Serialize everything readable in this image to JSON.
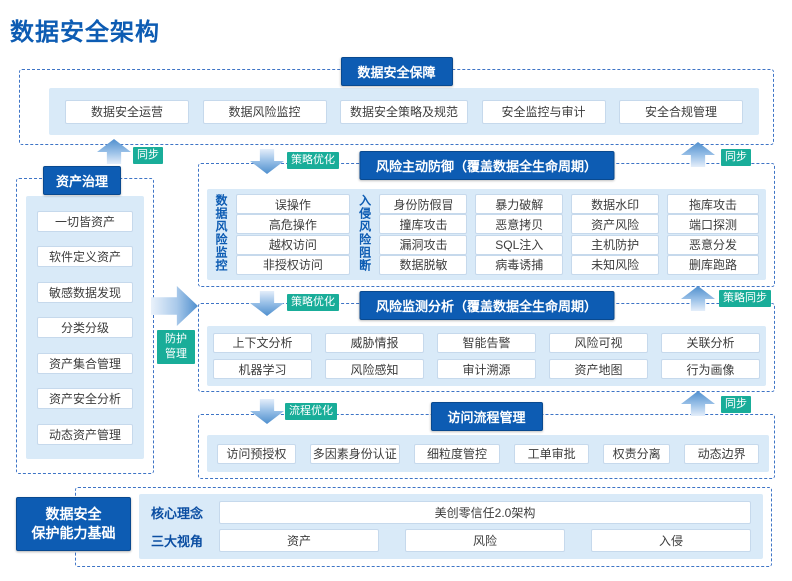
{
  "title": "数据安全架构",
  "colors": {
    "header_blue": "#0d5cb3",
    "panel_blue": "#d9eaf8",
    "badge_green": "#19ad99",
    "dashed_border": "#3e74c6",
    "title_blue": "#0d5cb3"
  },
  "assurance": {
    "header": "数据安全保障",
    "items": [
      "数据安全运营",
      "数据风险监控",
      "数据安全策略及规范",
      "安全监控与审计",
      "安全合规管理"
    ]
  },
  "asset_governance": {
    "header": "资产治理",
    "items": [
      "一切皆资产",
      "软件定义资产",
      "敏感数据发现",
      "分类分级",
      "资产集合管理",
      "资产安全分析",
      "动态资产管理"
    ]
  },
  "active_defense": {
    "header": "风险主动防御（覆盖数据全生命周期）",
    "group1_label": "数据风险监控",
    "group1_col": [
      "误操作",
      "高危操作",
      "越权访问",
      "非授权访问"
    ],
    "group2_label": "入侵风险阻断",
    "group2_cols": [
      [
        "身份防假冒",
        "撞库攻击",
        "漏洞攻击",
        "数据脱敏"
      ],
      [
        "暴力破解",
        "恶意拷贝",
        "SQL注入",
        "病毒诱捕"
      ],
      [
        "数据水印",
        "资产风险",
        "主机防护",
        "未知风险"
      ],
      [
        "拖库攻击",
        "端口探测",
        "恶意分发",
        "删库跑路"
      ]
    ]
  },
  "monitor_analysis": {
    "header": "风险监测分析（覆盖数据全生命周期）",
    "rows": [
      [
        "上下文分析",
        "威胁情报",
        "智能告警",
        "风险可视",
        "关联分析"
      ],
      [
        "机器学习",
        "风险感知",
        "审计溯源",
        "资产地图",
        "行为画像"
      ]
    ]
  },
  "access_flow": {
    "header": "访问流程管理",
    "items": [
      "访问预授权",
      "多因素身份认证",
      "细粒度管控",
      "工单审批",
      "权责分离",
      "动态边界"
    ]
  },
  "foundation": {
    "box_line1": "数据安全",
    "box_line2": "保护能力基础",
    "core_label": "核心理念",
    "core_value": "美创零信任2.0架构",
    "views_label": "三大视角",
    "views": [
      "资产",
      "风险",
      "入侵"
    ]
  },
  "badges": {
    "sync_left": "同步",
    "policy_opt_1": "策略优化",
    "policy_opt_2": "策略优化",
    "flow_opt": "流程优化",
    "sync_right_top": "同步",
    "policy_sync": "策略同步",
    "sync_right_bottom": "同步",
    "protect_line1": "防护",
    "protect_line2": "管理"
  }
}
